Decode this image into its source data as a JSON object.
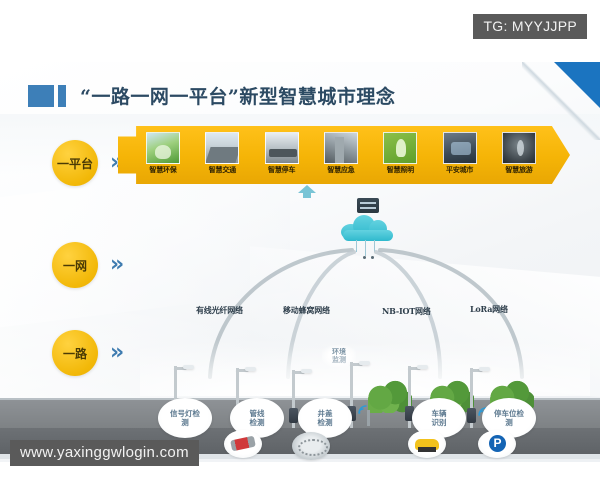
{
  "watermarks": {
    "top_right": "TG: MYYJJPP",
    "bottom_left": "www.yaxinggwlogin.com"
  },
  "slide": {
    "title": "“一路一网一平台”新型智慧城市理念",
    "accent_color": "#3d7fb8",
    "corner_color": "#1b74c0",
    "background": "#f1f4f7"
  },
  "rail": {
    "chevron": "»",
    "circle_color": "#f2b808",
    "items": [
      {
        "label": "一平台"
      },
      {
        "label": "一网"
      },
      {
        "label": "一路"
      }
    ]
  },
  "platform_banner": {
    "color": "#f5b406",
    "items": [
      {
        "label": "智慧环保",
        "thumb": "environment-thumb"
      },
      {
        "label": "智慧交通",
        "thumb": "traffic-thumb"
      },
      {
        "label": "智慧停车",
        "thumb": "parking-thumb"
      },
      {
        "label": "智慧应急",
        "thumb": "emergency-thumb"
      },
      {
        "label": "智慧照明",
        "thumb": "lighting-thumb"
      },
      {
        "label": "平安城市",
        "thumb": "safe-city-thumb"
      },
      {
        "label": "智慧旅游",
        "thumb": "tourism-thumb"
      }
    ]
  },
  "cloud": {
    "icon": "cloud-platform-icon",
    "server_icon": "server-rack-icon",
    "color": "#2fb9cd",
    "uplink_arrow": "⬆"
  },
  "networks": [
    {
      "label": "有线光纤网络"
    },
    {
      "label": "移动蜂窝网络"
    },
    {
      "label": "NB-IOT网络"
    },
    {
      "label": "LoRa网络"
    }
  ],
  "env_monitor": {
    "line1": "环境",
    "line2": "监测"
  },
  "road_sensors": [
    {
      "line1": "信号灯检",
      "line2": "测"
    },
    {
      "line1": "管线",
      "line2": "检测"
    },
    {
      "line1": "井盖",
      "line2": "检测"
    },
    {
      "line1": "车辆",
      "line2": "识别"
    },
    {
      "line1": "停车位检",
      "line2": "测"
    }
  ],
  "road_devices": [
    {
      "name": "pipeline-icon"
    },
    {
      "name": "manhole-cover-icon"
    },
    {
      "name": "vehicle-icon"
    },
    {
      "name": "parking-sign-icon"
    }
  ],
  "scene": {
    "wifi_glyph": "ᐁ",
    "pole_icon": "street-light-icon",
    "tree_icon": "tree-icon",
    "pedestrian_icon": "pedestrian-icon",
    "road_color": "#7e8285"
  }
}
